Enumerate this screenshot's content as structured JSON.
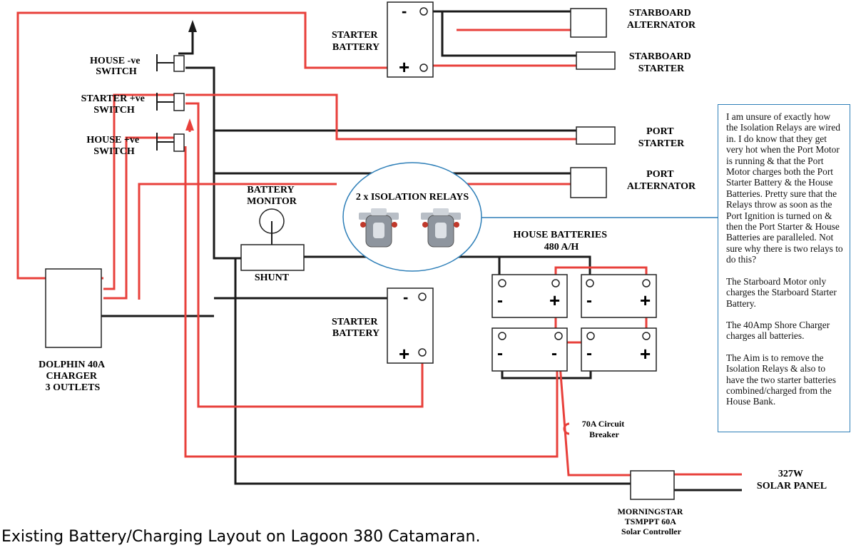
{
  "labels": {
    "starter_battery_top": [
      "STARTER",
      "BATTERY"
    ],
    "starboard_alternator": [
      "STARBOARD",
      "ALTERNATOR"
    ],
    "starboard_starter": [
      "STARBOARD",
      "STARTER"
    ],
    "port_starter": [
      "PORT",
      "STARTER"
    ],
    "port_alternator": [
      "PORT",
      "ALTERNATOR"
    ],
    "house_neg_switch": [
      "HOUSE -ve",
      "SWITCH"
    ],
    "starter_pos_switch": [
      "STARTER +ve",
      "SWITCH"
    ],
    "house_pos_switch": [
      "HOUSE +ve",
      "SWITCH"
    ],
    "battery_monitor": [
      "BATTERY",
      "MONITOR"
    ],
    "shunt": "SHUNT",
    "isolation_relays": "2 x ISOLATION RELAYS",
    "house_batteries": [
      "HOUSE BATTERIES",
      "480 A/H"
    ],
    "starter_battery_mid": [
      "STARTER",
      "BATTERY"
    ],
    "charger": [
      "DOLPHIN 40A",
      "CHARGER",
      "3 OUTLETS"
    ],
    "circuit_breaker": [
      "70A Circuit",
      "Breaker"
    ],
    "solar_panel": [
      "327W",
      "SOLAR PANEL"
    ],
    "solar_controller": [
      "MORNINGSTAR",
      "TSMPPT 60A",
      "Solar Controller"
    ]
  },
  "signs": {
    "minus": "-",
    "plus": "+"
  },
  "note": [
    "I am unsure of exactly how the Isolation Relays are wired in. I do know that they get very hot when the Port Motor is running & that the Port Motor charges both the Port Starter Battery & the House Batteries. Pretty sure that the Relays throw as soon as the Port Ignition is turned on & then the Port Starter & House Batteries are paralleled. Not sure why there is two relays to do this?",
    "The Starboard Motor only charges the Starboard Starter Battery.",
    "The 40Amp Shore Charger charges all batteries.",
    "The Aim is to remove the Isolation Relays & also to have the two starter batteries combined/charged from the House Bank."
  ],
  "caption": "Existing Battery/Charging Layout on Lagoon 380 Catamaran.",
  "colors": {
    "positive_wire": "#e8403b",
    "negative_wire": "#1a1a1a",
    "callout_border": "#2e7fb8"
  }
}
